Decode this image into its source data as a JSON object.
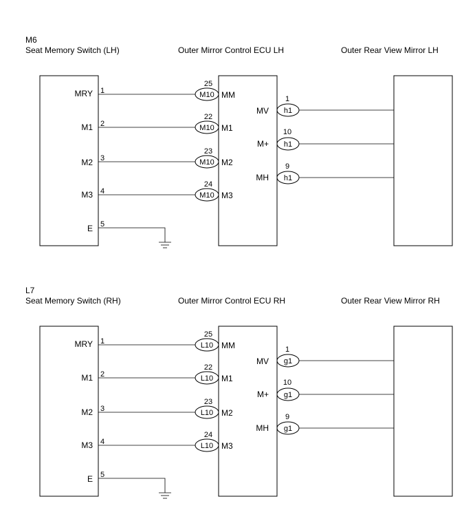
{
  "diagrams": [
    {
      "connector_code": "M6",
      "switch_title": "Seat Memory Switch (LH)",
      "ecu_title": "Outer Mirror Control ECU LH",
      "mirror_title": "Outer Rear View Mirror LH",
      "switch_pins": [
        {
          "name": "MRY",
          "pin": "1"
        },
        {
          "name": "M1",
          "pin": "2"
        },
        {
          "name": "M2",
          "pin": "3"
        },
        {
          "name": "M3",
          "pin": "4"
        },
        {
          "name": "E",
          "pin": "5"
        }
      ],
      "ecu_inputs": [
        {
          "connector": "M10",
          "pin": "25",
          "terminal": "MM"
        },
        {
          "connector": "M10",
          "pin": "22",
          "terminal": "M1"
        },
        {
          "connector": "M10",
          "pin": "23",
          "terminal": "M2"
        },
        {
          "connector": "M10",
          "pin": "24",
          "terminal": "M3"
        }
      ],
      "ecu_outputs": [
        {
          "terminal": "MV",
          "connector": "h1",
          "pin": "1"
        },
        {
          "terminal": "M+",
          "connector": "h1",
          "pin": "10"
        },
        {
          "terminal": "MH",
          "connector": "h1",
          "pin": "9"
        }
      ]
    },
    {
      "connector_code": "L7",
      "switch_title": "Seat Memory Switch (RH)",
      "ecu_title": "Outer Mirror Control ECU RH",
      "mirror_title": "Outer Rear View Mirror RH",
      "switch_pins": [
        {
          "name": "MRY",
          "pin": "1"
        },
        {
          "name": "M1",
          "pin": "2"
        },
        {
          "name": "M2",
          "pin": "3"
        },
        {
          "name": "M3",
          "pin": "4"
        },
        {
          "name": "E",
          "pin": "5"
        }
      ],
      "ecu_inputs": [
        {
          "connector": "L10",
          "pin": "25",
          "terminal": "MM"
        },
        {
          "connector": "L10",
          "pin": "22",
          "terminal": "M1"
        },
        {
          "connector": "L10",
          "pin": "23",
          "terminal": "M2"
        },
        {
          "connector": "L10",
          "pin": "24",
          "terminal": "M3"
        }
      ],
      "ecu_outputs": [
        {
          "terminal": "MV",
          "connector": "g1",
          "pin": "1"
        },
        {
          "terminal": "M+",
          "connector": "g1",
          "pin": "10"
        },
        {
          "terminal": "MH",
          "connector": "g1",
          "pin": "9"
        }
      ]
    }
  ]
}
